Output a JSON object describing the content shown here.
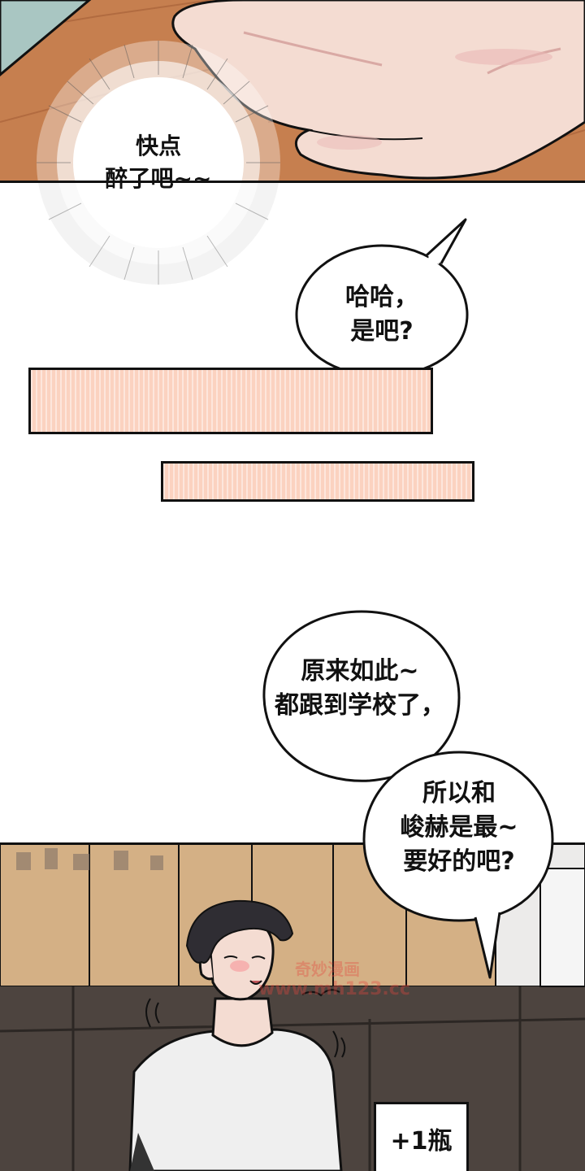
{
  "panel_top": {
    "burst_text_line1": "快点",
    "burst_text_line2": "醉了吧~~"
  },
  "dialogue": {
    "bubble1_line1": "哈哈，",
    "bubble1_line2": "是吧?",
    "bubble2_line1": "原来如此~",
    "bubble2_line2": "都跟到学校了，",
    "bubble3_line1": "所以和",
    "bubble3_line2": "峻赫是最~",
    "bubble3_line3": "要好的吧?"
  },
  "panel_bottom": {
    "sign_text": "+1瓶",
    "watermark_line1": "奇妙漫画",
    "watermark_line2": "www.mh123.cc"
  },
  "colors": {
    "narration_bar": "#fbd2c0",
    "table_wood": "#c67f4f",
    "wall_wood": "#cba67c",
    "sofa": "#4d443f",
    "skin": "#f4dcd2",
    "hair": "#2f2d33"
  }
}
